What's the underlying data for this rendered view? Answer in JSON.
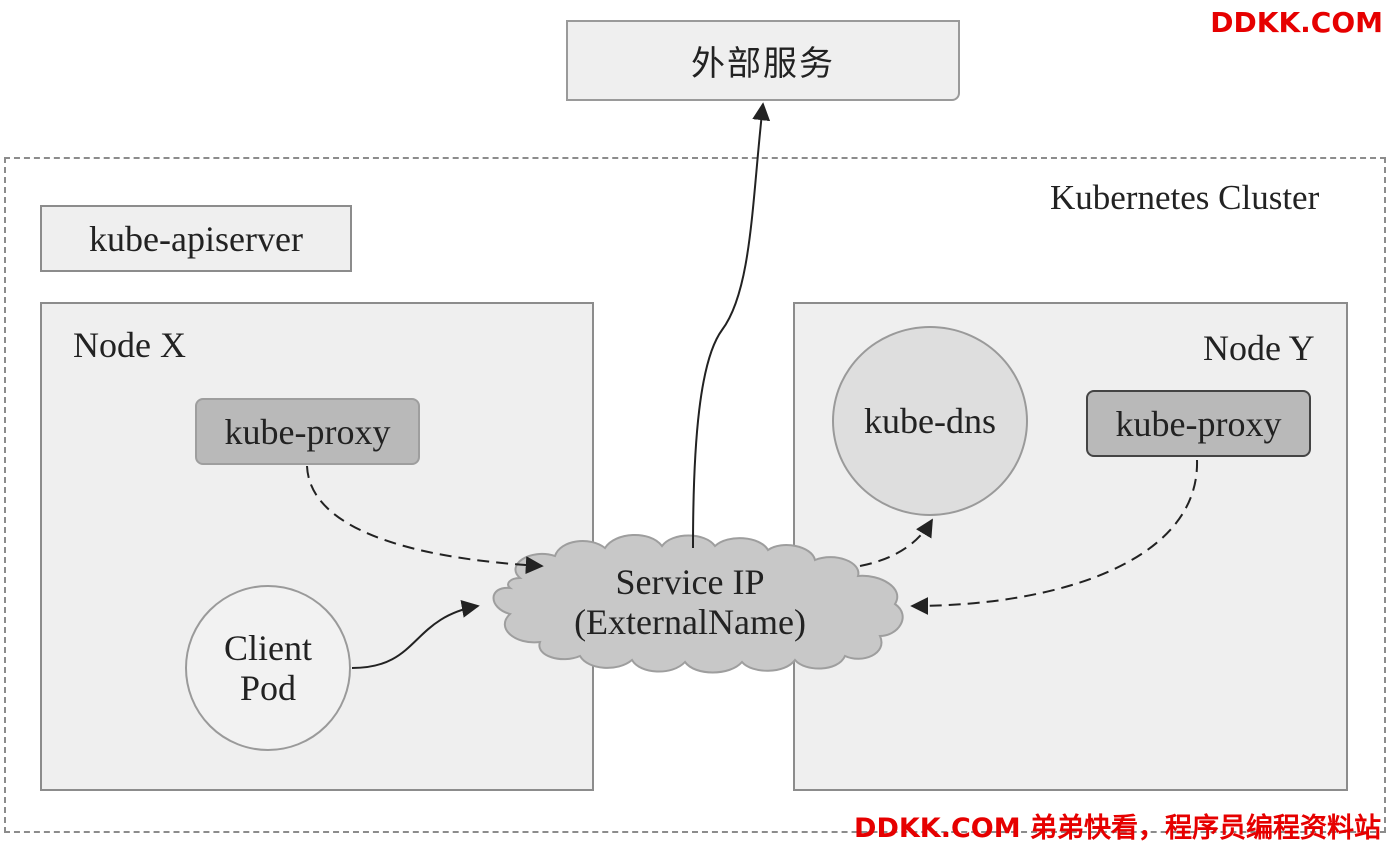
{
  "external_service": {
    "label": "外部服务"
  },
  "cluster": {
    "label": "Kubernetes Cluster"
  },
  "apiserver": {
    "label": "kube-apiserver"
  },
  "node_x": {
    "label": "Node X",
    "proxy_label": "kube-proxy",
    "client_pod_line1": "Client",
    "client_pod_line2": "Pod"
  },
  "node_y": {
    "label": "Node Y",
    "dns_label": "kube-dns",
    "proxy_label": "kube-proxy"
  },
  "service": {
    "line1": "Service IP",
    "line2": "(ExternalName)"
  },
  "watermark": {
    "top": "DDKK.COM",
    "bottom": "DDKK.COM 弟弟快看，程序员编程资料站"
  },
  "colors": {
    "watermark": "#e60000",
    "box_fill": "#efefef",
    "proxy_fill": "#b9b9b9",
    "cloud_fill": "#c8c8c8"
  }
}
